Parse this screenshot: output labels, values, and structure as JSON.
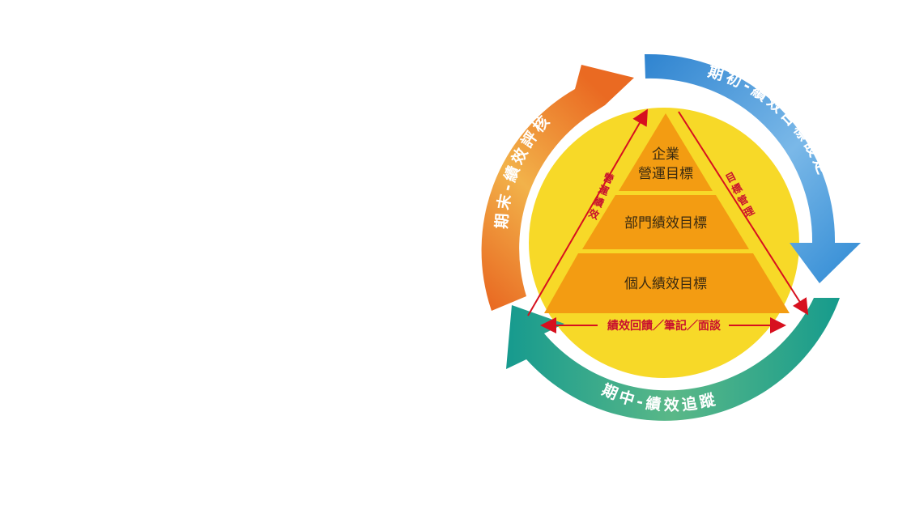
{
  "diagram": {
    "arcs": {
      "start": "期初-績效目標設定",
      "middle": "期中-績效追蹤",
      "end": "期末-績效評核"
    },
    "pyramid": {
      "top": [
        "企業",
        "營運目標"
      ],
      "middle": "部門績效目標",
      "bottom": "個人績效目標"
    },
    "sides": {
      "left": "營運績效",
      "right": "目標管理"
    },
    "base_arrow": "績效回饋／筆記／面談"
  },
  "colors": {
    "circle": "#f7d928",
    "pyramid": "#f39c12",
    "arrows": "#d7101f",
    "arc_blue": "#3f97d6",
    "arc_teal": "#20a48c",
    "arc_orange": "#ea6e22"
  }
}
